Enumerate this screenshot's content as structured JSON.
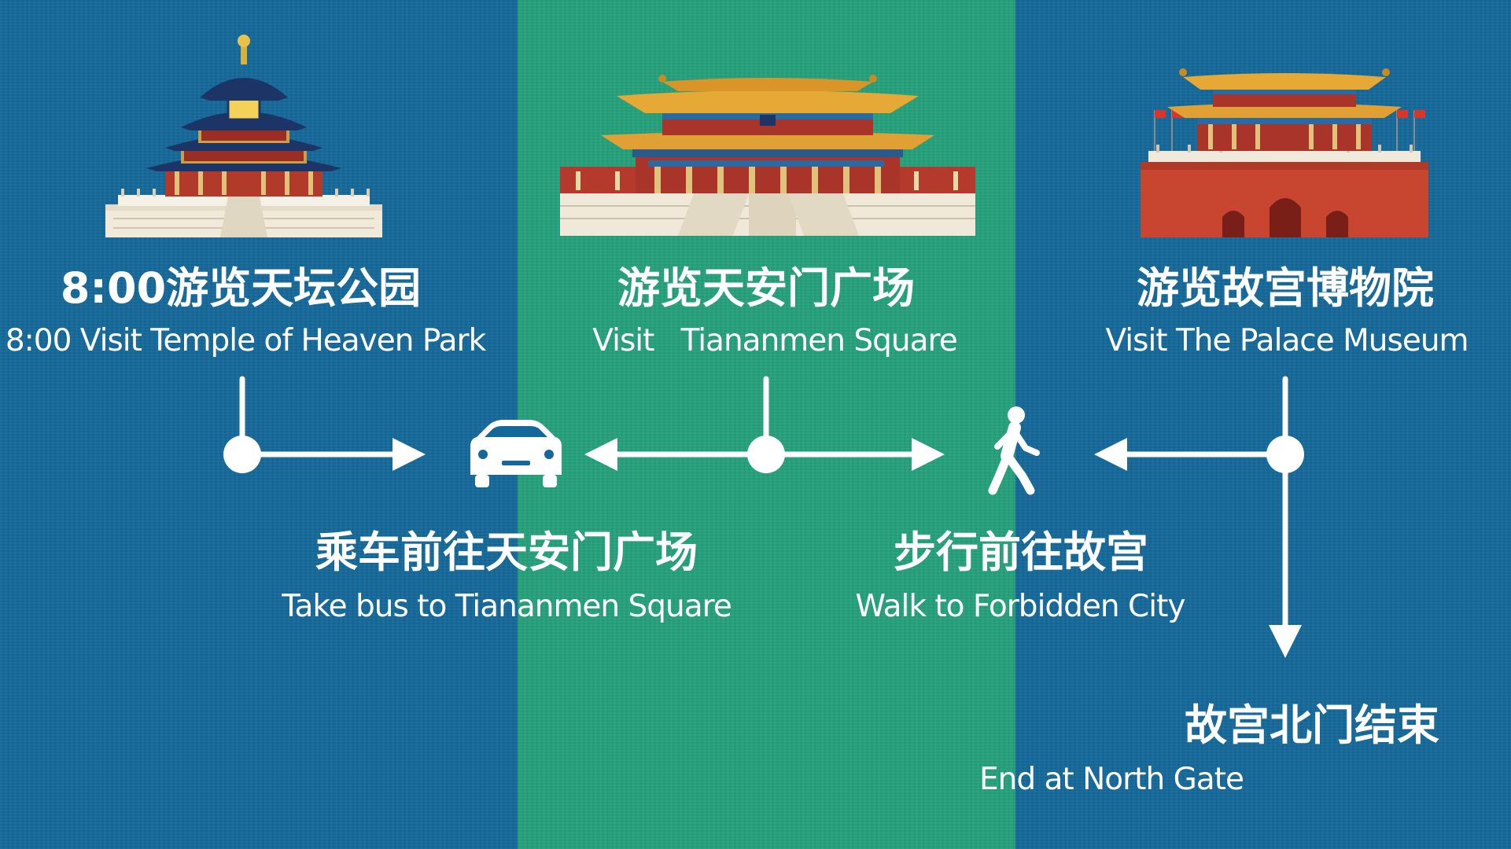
{
  "stops": [
    {
      "title_cn": "8:00游览天坛公园",
      "title_en": "8:00 Visit Temple of Heaven Park"
    },
    {
      "title_cn": "游览天安门广场",
      "title_en": "Visit   Tiananmen Square"
    },
    {
      "title_cn": "游览故宫博物院",
      "title_en": "Visit The Palace Museum"
    }
  ],
  "transits": [
    {
      "mode_icon": "car-icon",
      "title_cn": "乘车前往天安门广场",
      "title_en": "Take bus to Tiananmen Square"
    },
    {
      "mode_icon": "walking-person-icon",
      "title_cn": "步行前往故宫",
      "title_en": "Walk to Forbidden City"
    }
  ],
  "end": {
    "title_cn": "故宫北门结束",
    "title_en": "End at North Gate"
  },
  "colors": {
    "blue_band": "#14689a",
    "green_band": "#26a07a",
    "flow_line": "#ffffff"
  }
}
